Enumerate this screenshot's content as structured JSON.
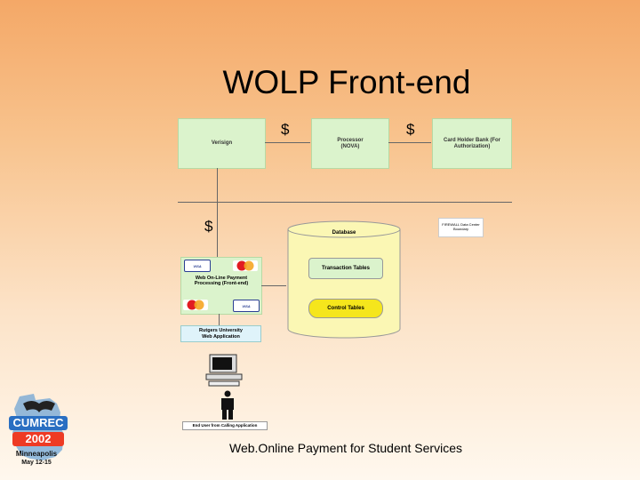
{
  "slide": {
    "title": "WOLP Front-end",
    "footer": "Web.Online Payment for Student Services"
  },
  "diagram": {
    "verisign": "Verisign",
    "processor": "Processor (NOVA)",
    "card_holder_bank": "Card Holder Bank (For Authorization)",
    "dollar_1": "$",
    "dollar_2": "$",
    "dollar_3": "$",
    "firewall": "FIREWALL Data Center Boundary",
    "database": "Database",
    "transaction_tables": "Transaction Tables",
    "control_tables": "Control Tables",
    "wolp_front_end": "Web On-Line Payment Processing (Front-end)",
    "visa": "VISA",
    "mastercard": "MasterCard",
    "rutgers_app": "Rutgers University Web Application",
    "end_user": "End User from Calling Application"
  },
  "logo": {
    "name": "CUMREC",
    "year": "2002",
    "city": "Minneapolis",
    "dates": "May 12-15"
  },
  "colors": {
    "box_fill": "#dbf3cc",
    "db_fill": "#fbf7b4",
    "transaction_fill": "#dbf3cc",
    "control_fill": "#f5e61c"
  }
}
